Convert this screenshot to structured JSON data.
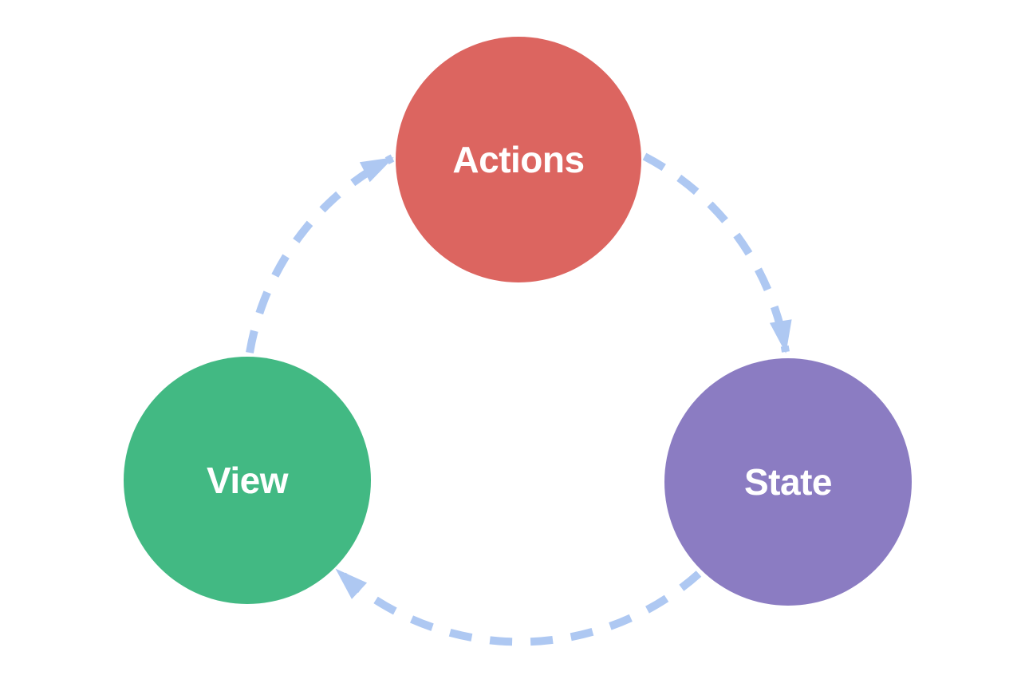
{
  "diagram": {
    "type": "cycle-flow-diagram",
    "nodes": [
      {
        "id": "actions",
        "label": "Actions",
        "color": "#dc6560"
      },
      {
        "id": "state",
        "label": "State",
        "color": "#8b7cc2"
      },
      {
        "id": "view",
        "label": "View",
        "color": "#42b983"
      }
    ],
    "edges": [
      {
        "from": "Actions",
        "to": "State"
      },
      {
        "from": "State",
        "to": "View"
      },
      {
        "from": "View",
        "to": "Actions"
      }
    ],
    "edge_style": {
      "color": "#aec8f2",
      "line": "dashed"
    },
    "label_color": "#ffffff",
    "background_color": "#ffffff"
  }
}
